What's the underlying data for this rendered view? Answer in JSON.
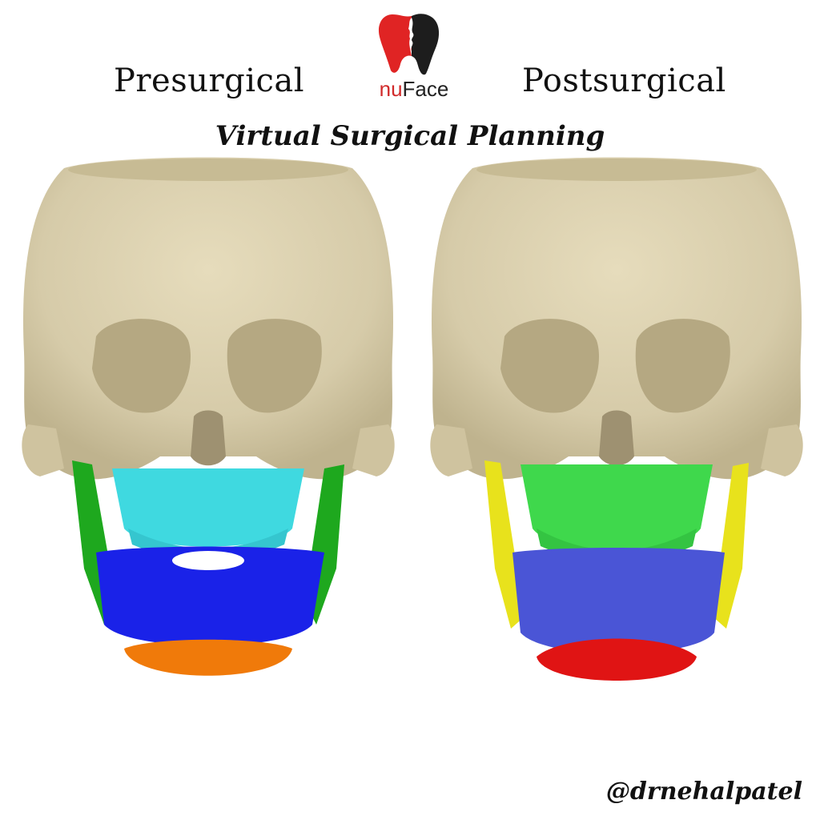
{
  "header": {
    "left_label": "Presurgical",
    "right_label": "Postsurgical",
    "subtitle": "Virtual Surgical Planning"
  },
  "logo": {
    "brand_prefix": "nu",
    "brand_suffix": "Face",
    "prefix_color": "#d12a2a",
    "suffix_color": "#222222",
    "icon": "tooth-face-profile-icon"
  },
  "watermark": {
    "handle": "@drnehalpatel"
  },
  "colors": {
    "bone": "#d9cfae",
    "pre_maxilla": "#3fd9e0",
    "pre_mandible": "#1a22e8",
    "pre_ramus": "#1ea81e",
    "pre_chin": "#f07a0a",
    "post_maxilla": "#3fd84c",
    "post_mandible": "#4a55d6",
    "post_ramus": "#e8e21c",
    "post_chin": "#e01414"
  }
}
